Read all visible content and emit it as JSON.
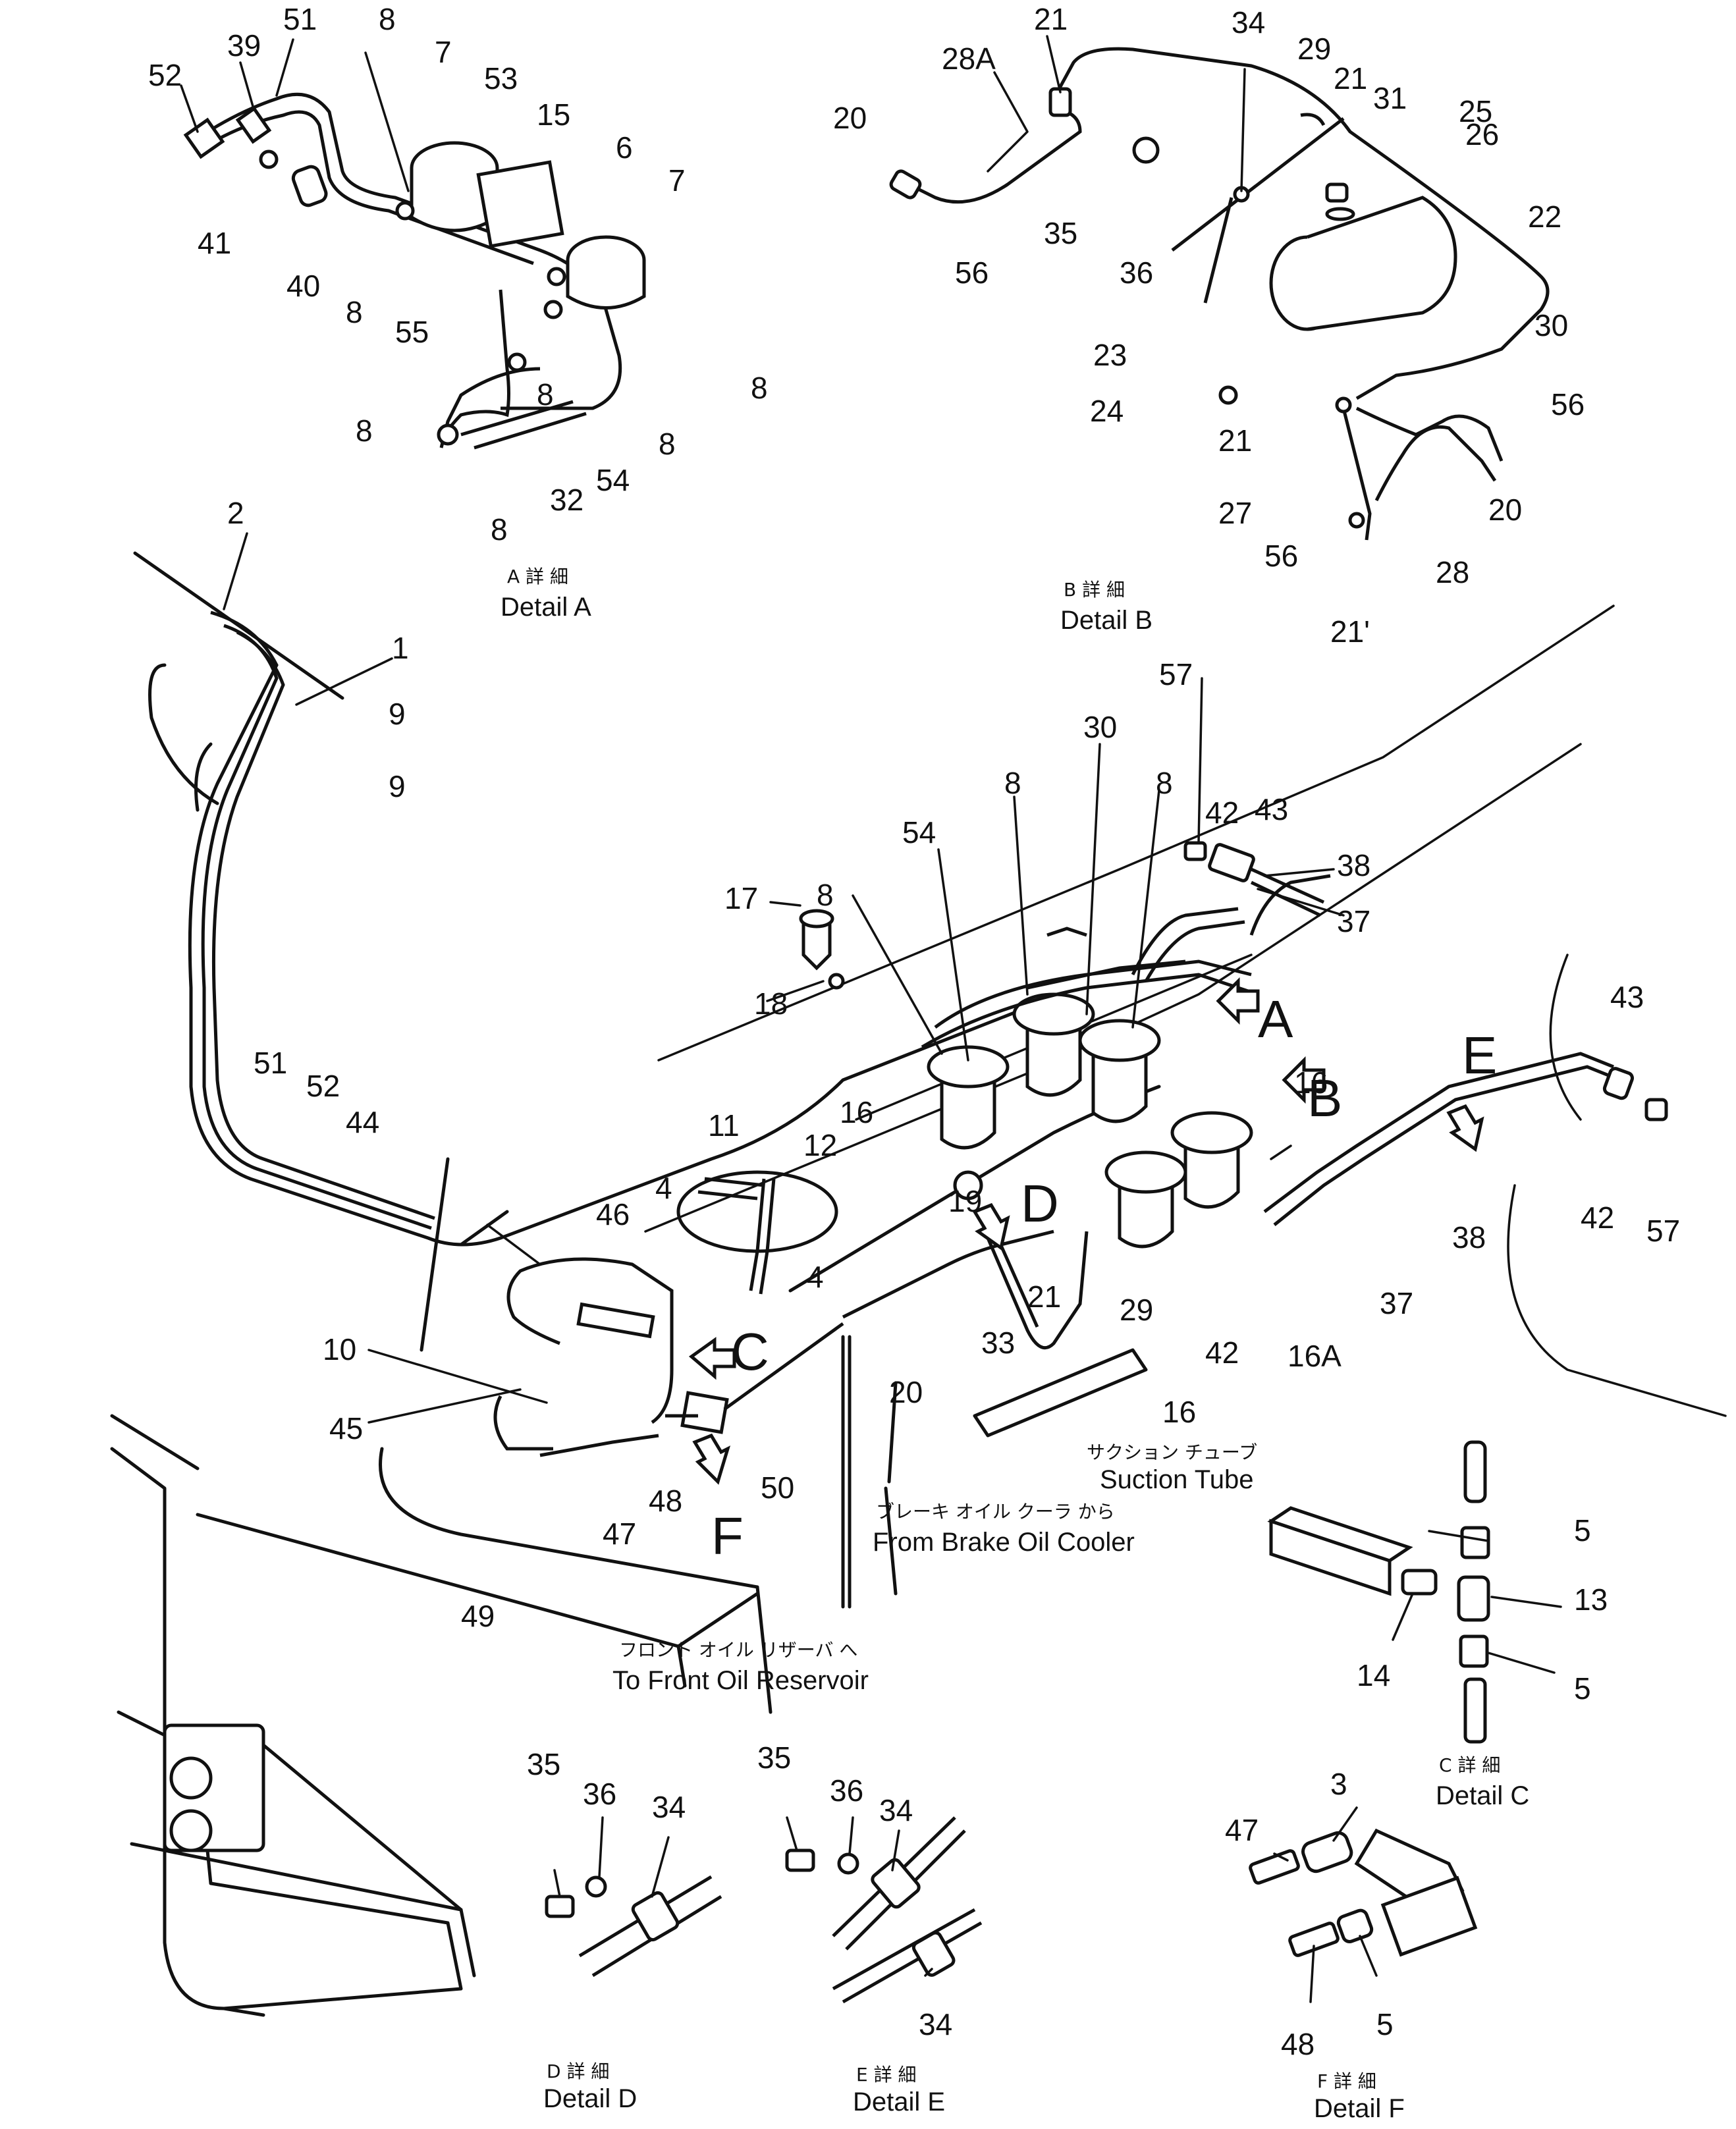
{
  "callouts": [
    {
      "text": "51"
    },
    {
      "text": "39"
    },
    {
      "text": "52"
    },
    {
      "text": "41"
    },
    {
      "text": "40"
    },
    {
      "text": "8"
    },
    {
      "text": "7"
    },
    {
      "text": "53"
    },
    {
      "text": "15"
    },
    {
      "text": "6"
    },
    {
      "text": "7"
    },
    {
      "text": "8"
    },
    {
      "text": "55"
    },
    {
      "text": "8"
    },
    {
      "text": "8"
    },
    {
      "text": "8"
    },
    {
      "text": "8"
    },
    {
      "text": "54"
    },
    {
      "text": "32"
    },
    {
      "text": "8"
    },
    {
      "text": "20"
    },
    {
      "text": "28A"
    },
    {
      "text": "21"
    },
    {
      "text": "56"
    },
    {
      "text": "34"
    },
    {
      "text": "35"
    },
    {
      "text": "36"
    },
    {
      "text": "29"
    },
    {
      "text": "21"
    },
    {
      "text": "31"
    },
    {
      "text": "25"
    },
    {
      "text": "26"
    },
    {
      "text": "22"
    },
    {
      "text": "30"
    },
    {
      "text": "23"
    },
    {
      "text": "24"
    },
    {
      "text": "56"
    },
    {
      "text": "21"
    },
    {
      "text": "27"
    },
    {
      "text": "56"
    },
    {
      "text": "20"
    },
    {
      "text": "28"
    },
    {
      "text": "21'"
    },
    {
      "text": "2"
    },
    {
      "text": "1"
    },
    {
      "text": "9"
    },
    {
      "text": "9"
    },
    {
      "text": "57"
    },
    {
      "text": "30"
    },
    {
      "text": "8"
    },
    {
      "text": "8"
    },
    {
      "text": "42"
    },
    {
      "text": "43"
    },
    {
      "text": "38"
    },
    {
      "text": "37"
    },
    {
      "text": "54"
    },
    {
      "text": "8"
    },
    {
      "text": "17"
    },
    {
      "text": "18"
    },
    {
      "text": "16"
    },
    {
      "text": "16"
    },
    {
      "text": "43"
    },
    {
      "text": "51"
    },
    {
      "text": "52"
    },
    {
      "text": "44"
    },
    {
      "text": "11"
    },
    {
      "text": "12"
    },
    {
      "text": "4"
    },
    {
      "text": "4"
    },
    {
      "text": "19"
    },
    {
      "text": "46"
    },
    {
      "text": "10"
    },
    {
      "text": "45"
    },
    {
      "text": "21"
    },
    {
      "text": "29"
    },
    {
      "text": "33"
    },
    {
      "text": "20"
    },
    {
      "text": "42"
    },
    {
      "text": "16A"
    },
    {
      "text": "16"
    },
    {
      "text": "37"
    },
    {
      "text": "38"
    },
    {
      "text": "42"
    },
    {
      "text": "57"
    },
    {
      "text": "48"
    },
    {
      "text": "47"
    },
    {
      "text": "50"
    },
    {
      "text": "49"
    },
    {
      "text": "5"
    },
    {
      "text": "13"
    },
    {
      "text": "14"
    },
    {
      "text": "5"
    },
    {
      "text": "35"
    },
    {
      "text": "36"
    },
    {
      "text": "34"
    },
    {
      "text": "35"
    },
    {
      "text": "36"
    },
    {
      "text": "34"
    },
    {
      "text": "34"
    },
    {
      "text": "3"
    },
    {
      "text": "47"
    },
    {
      "text": "5"
    },
    {
      "text": "48"
    }
  ],
  "view_letters": [
    {
      "text": "A"
    },
    {
      "text": "B"
    },
    {
      "text": "E"
    },
    {
      "text": "D"
    },
    {
      "text": "C"
    },
    {
      "text": "F"
    }
  ],
  "captions": {
    "detail_a_jp": "A 詳 細",
    "detail_a_en": "Detail A",
    "detail_b_jp": "B 詳 細",
    "detail_b_en": "Detail B",
    "detail_c_jp": "C 詳 細",
    "detail_c_en": "Detail C",
    "detail_d_jp": "D 詳 細",
    "detail_d_en": "Detail D",
    "detail_e_jp": "E 詳 細",
    "detail_e_en": "Detail E",
    "detail_f_jp": "F 詳 細",
    "detail_f_en": "Detail F",
    "suction_jp": "サクション チューブ",
    "suction_en": "Suction Tube",
    "brake_jp": "ブレーキ オイル クーラ から",
    "brake_en": "From Brake Oil Cooler",
    "front_jp": "フロント オイル リザーバ へ",
    "front_en": "To Front Oil Reservoir"
  }
}
